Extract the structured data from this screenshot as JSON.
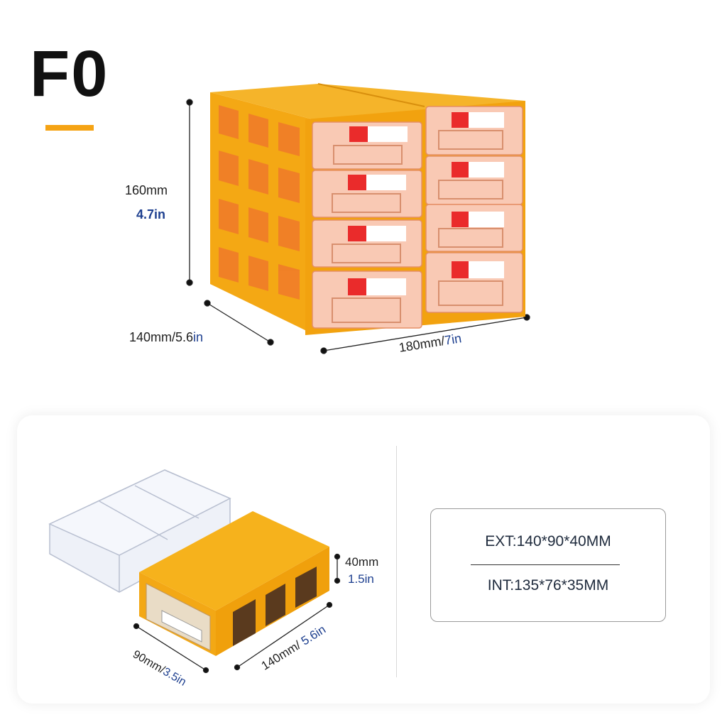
{
  "model": "F0",
  "colors": {
    "accent": "#f5a314",
    "unit_blue": "#1d3f8f"
  },
  "top_dims": {
    "height_mm": "160mm",
    "height_in": "4.7in",
    "depth_mm": "140mm/5.6",
    "depth_in": "in",
    "width_mm": "180mm/",
    "width_in": "7in"
  },
  "drawer_dims": {
    "height_mm": "40mm",
    "height_in": "1.5in",
    "width_mm": "90mm/",
    "width_in": "3.5in",
    "length_mm": "140mm/ ",
    "length_in": "5.6in"
  },
  "specs": {
    "ext": "EXT:140*90*40MM",
    "int": "INT:135*76*35MM"
  }
}
